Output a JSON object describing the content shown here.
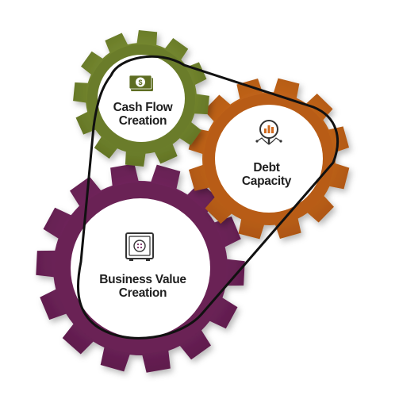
{
  "gears": [
    {
      "id": "green",
      "title_line1": "Cash Flow",
      "title_line2": "Creation",
      "icon": "money-icon",
      "color": "#7a8c34",
      "color_dark": "#5e6d22"
    },
    {
      "id": "orange",
      "title_line1": "Debt",
      "title_line2": "Capacity",
      "icon": "magnifier-chart-icon",
      "color": "#d06a1f",
      "color_dark": "#a8520f"
    },
    {
      "id": "purple",
      "title_line1": "Business Value",
      "title_line2": "Creation",
      "icon": "safe-icon",
      "color": "#7a2a63",
      "color_dark": "#5a1a48"
    }
  ],
  "connector": {
    "color": "#111111"
  }
}
